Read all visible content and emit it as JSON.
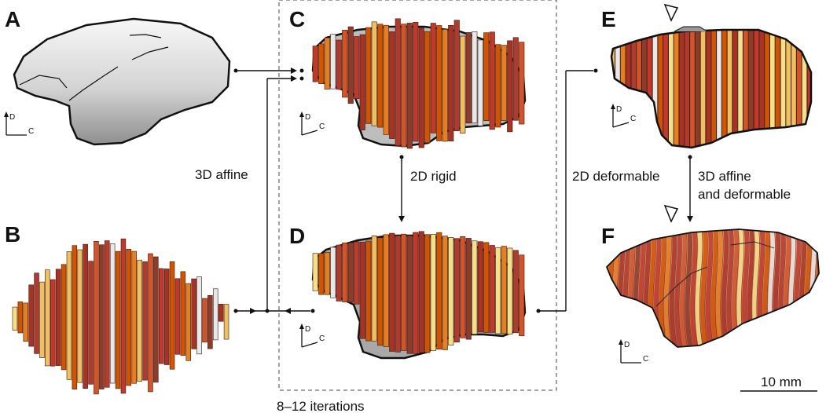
{
  "panels": {
    "a": "A",
    "b": "B",
    "c": "C",
    "d": "D",
    "e": "E",
    "f": "F"
  },
  "labels": {
    "affine": "3D affine",
    "rigid": "2D rigid",
    "deformable": "2D deformable",
    "affine_deformable_1": "3D affine",
    "affine_deformable_2": "and deformable",
    "iterations": "8–12 iterations",
    "scale": "10 mm"
  },
  "axis": {
    "d": "D",
    "c": "C"
  },
  "colors": {
    "slab_palette": [
      "#c0392b",
      "#d35400",
      "#e67e22",
      "#a93226",
      "#b03a2e",
      "#e59866",
      "#f0c060",
      "#f5e08a",
      "#8e3b2a",
      "#d4542a",
      "#e8e8e8"
    ],
    "brain_fill_light": "#f2f2f2",
    "brain_fill_dark": "#9a9a9a",
    "outline": "#111111",
    "cavity": "#a8a8a8"
  }
}
